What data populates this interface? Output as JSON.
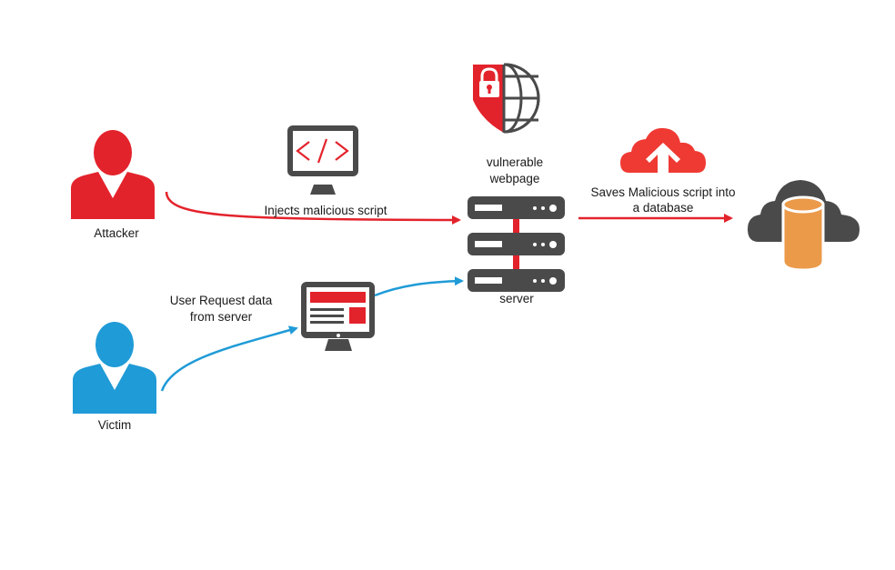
{
  "colors": {
    "red": "#e3232c",
    "blue": "#1f9bd7",
    "dark": "#4a4a4a",
    "orange": "#eb9a4a",
    "cloud_red": "#ef3a33"
  },
  "nodes": {
    "attacker": {
      "label": "Attacker",
      "icon": "user-icon"
    },
    "victim": {
      "label": "Victim",
      "icon": "user-icon"
    },
    "code_monitor": {
      "icon": "code-monitor-icon"
    },
    "webpage_monitor": {
      "icon": "webpage-monitor-icon"
    },
    "vulnerable_webpage": {
      "label_line1": "vulnerable",
      "label_line2": "webpage",
      "icon": "shield-lock-globe-icon"
    },
    "server": {
      "label": "server",
      "icon": "server-rack-icon"
    },
    "upload_cloud": {
      "icon": "cloud-upload-icon"
    },
    "database_cloud": {
      "icon": "cloud-database-icon"
    }
  },
  "edges": {
    "inject": {
      "label": "Injects malicious script",
      "from": "attacker",
      "to": "server"
    },
    "request": {
      "label_line1": "User Request data",
      "label_line2": "from server",
      "from": "victim",
      "to": "server"
    },
    "save": {
      "label_line1": "Saves Malicious script into",
      "label_line2": "a database",
      "from": "server",
      "to": "database_cloud"
    }
  }
}
